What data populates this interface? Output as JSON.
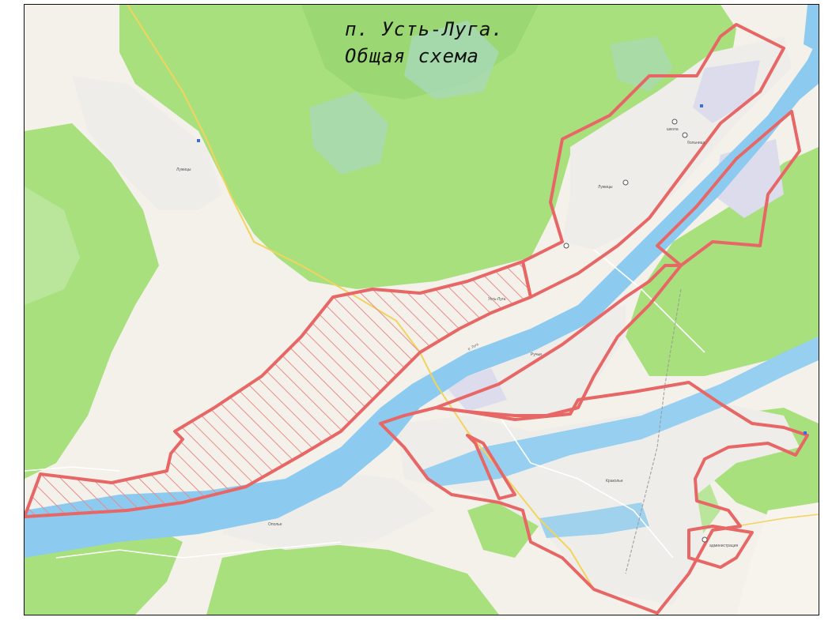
{
  "title": {
    "line1": "п. Усть-Луга.",
    "line2": "Общая схема"
  },
  "colors": {
    "forest": "#a9e07e",
    "forest_dark": "#8fd06a",
    "river": "#8ccbef",
    "settlement": "#efedea",
    "industrial": "#dcdcec",
    "boundary": "#e76666",
    "hatch": "#ea8a8a",
    "road_yellow": "#f2d45c",
    "wetland": "#a8d8b8"
  },
  "map_labels": {
    "village_nw": "Лужицы",
    "village_s": "Ополье",
    "settlement_center": "Усть-Луга",
    "settlement_ne": "Лужицы",
    "district_e": "Ручьи",
    "river_name": "р. Луга",
    "village_se": "Краколье",
    "poi_1": "школа",
    "poi_2": "больница",
    "poi_3": "администрация"
  }
}
